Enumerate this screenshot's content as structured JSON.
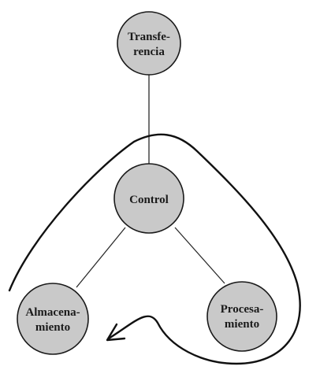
{
  "nodes": {
    "transferencia": {
      "line1": "Transfe-",
      "line2": "rencia"
    },
    "control": {
      "line1": "Control"
    },
    "almacenamiento": {
      "line1": "Almacena-",
      "line2": "miento"
    },
    "procesamiento": {
      "line1": "Procesa-",
      "line2": "miento"
    }
  },
  "colors": {
    "node_fill": "#c9c9c9",
    "stroke": "#1a1a1a"
  }
}
